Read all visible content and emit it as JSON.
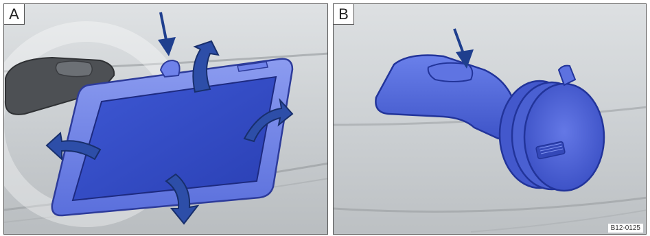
{
  "panels": [
    {
      "label": "A"
    },
    {
      "label": "B"
    }
  ],
  "figure_code": "B12-0125",
  "icons": {
    "press_arrow": "press-down-arrow-icon",
    "rotate_arrow": "rotate-arrow-icon"
  },
  "colors": {
    "device_blue": "#4a62d8",
    "arrow_blue": "#1f3f8e",
    "background_gray": "#cfd3d6"
  }
}
